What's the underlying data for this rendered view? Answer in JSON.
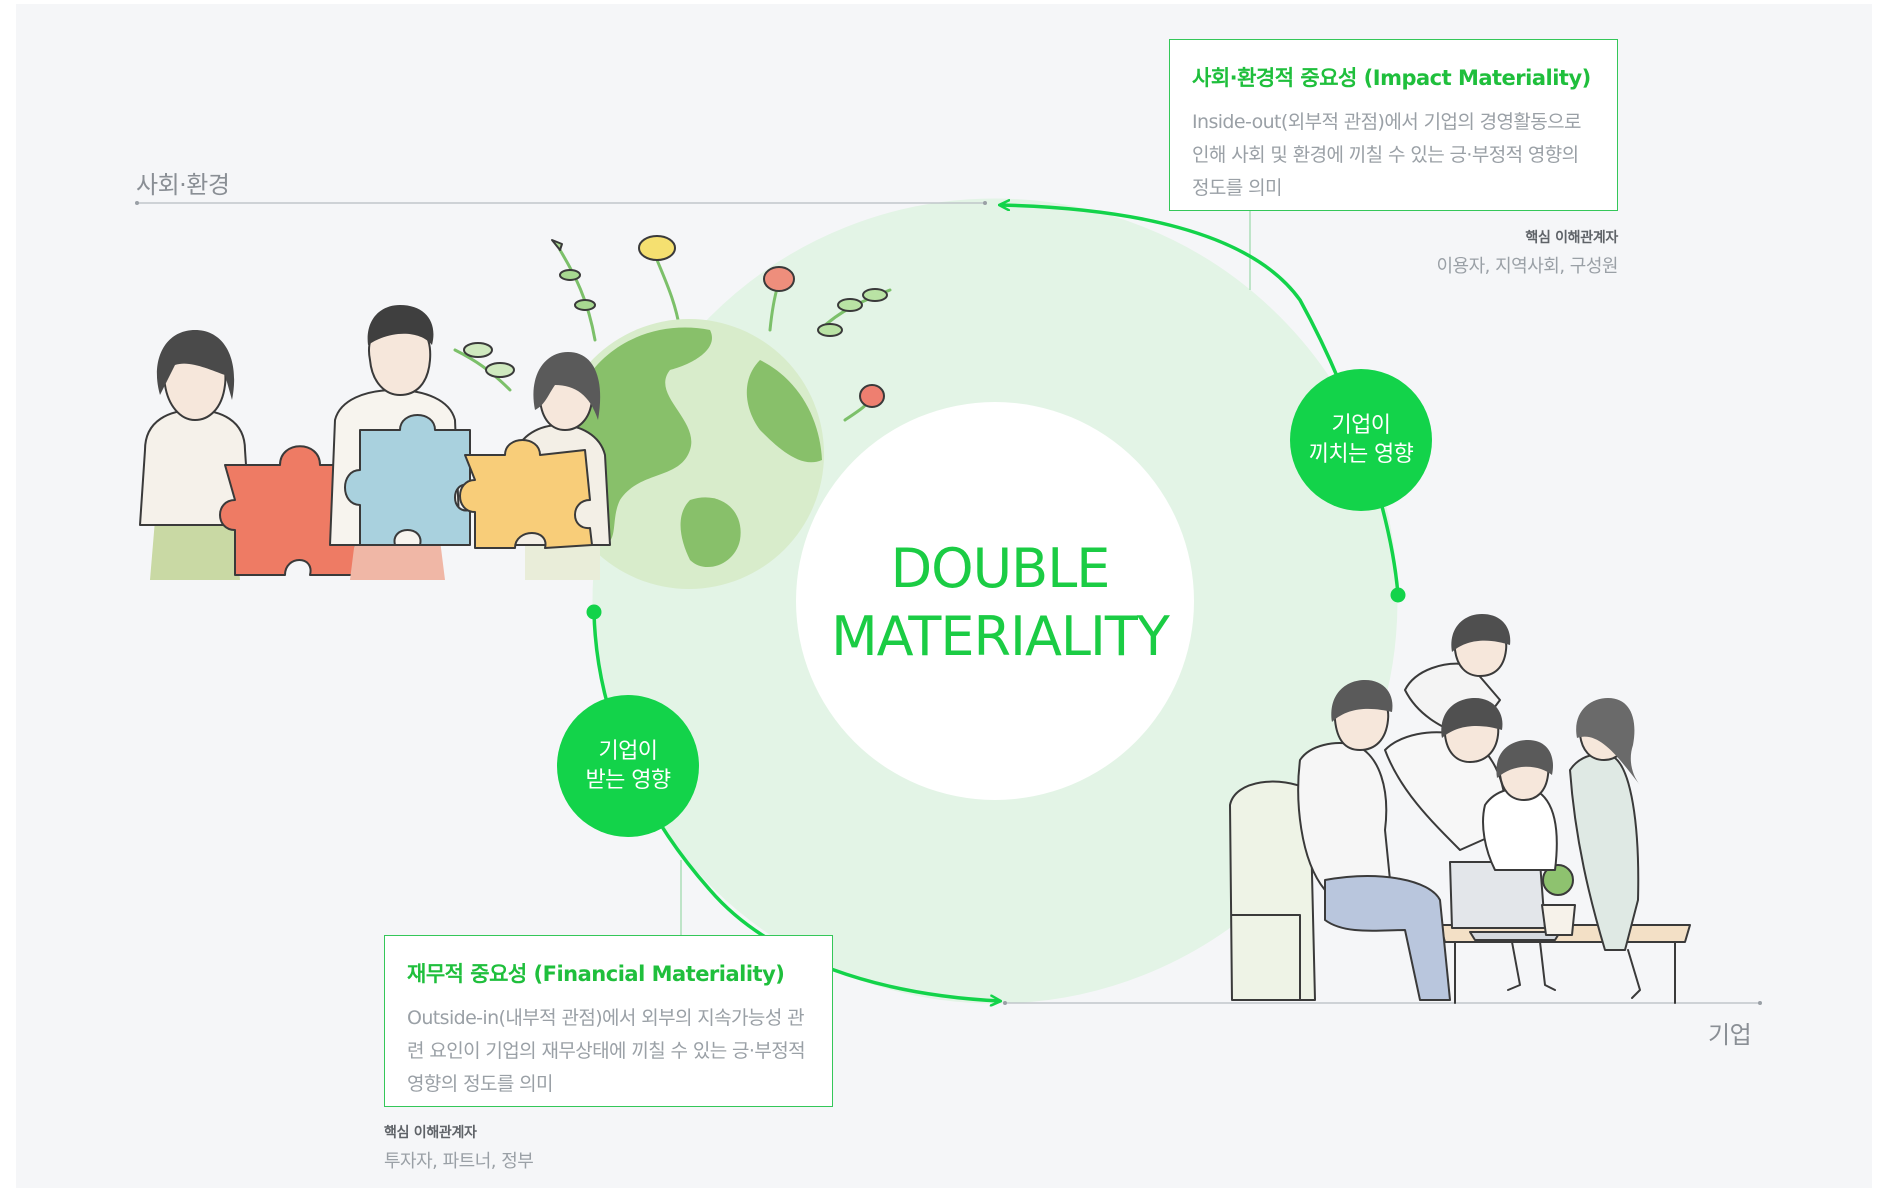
{
  "center": {
    "line1": "DOUBLE",
    "line2": "MATERIALITY"
  },
  "axes": {
    "top_label": "사회·환경",
    "bottom_label": "기업"
  },
  "impact": {
    "title": "사회·환경적 중요성 (Impact Materiality)",
    "desc": "Inside-out(외부적 관점)에서 기업의 경영활동으로 인해 사회 및 환경에 끼칠 수 있는 긍·부정적 영향의 정도를 의미",
    "badge_line1": "기업이",
    "badge_line2": "끼치는 영향",
    "stakeholder_title": "핵심 이해관계자",
    "stakeholders": "이용자, 지역사회, 구성원"
  },
  "financial": {
    "title": "재무적 중요성 (Financial Materiality)",
    "desc": "Outside-in(내부적 관점)에서 외부의 지속가능성 관련 요인이 기업의 재무상태에 끼칠 수 있는 긍·부정적 영향의 정도를 의미",
    "badge_line1": "기업이",
    "badge_line2": "받는 영향",
    "stakeholder_title": "핵심 이해관계자",
    "stakeholders": "투자자, 파트너, 정부"
  },
  "illustrations": {
    "top_left": "people-with-puzzle-and-earth-illustration",
    "bottom_right": "office-team-at-laptop-illustration"
  },
  "colors": {
    "accent": "#13d34a",
    "ring": "#e3f4e6",
    "title_green": "#1bcc44",
    "text_gray": "#9aa0a6",
    "panel_bg": "#f5f6f8"
  }
}
